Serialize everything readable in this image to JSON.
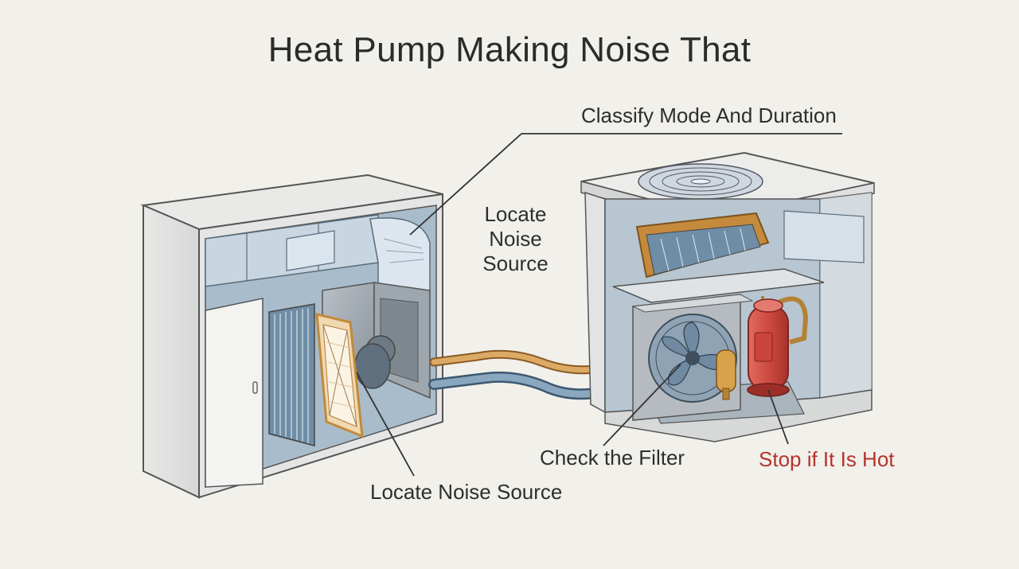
{
  "title": "Heat Pump Making Noise That",
  "labels": {
    "classify": "Classify Mode And Duration",
    "locate_top": "Locate Noise Source",
    "locate_bottom": "Locate Noise Source",
    "check_filter": "Check the Filter",
    "stop_hot": "Stop if It Is Hot"
  },
  "colors": {
    "background": "#f1f0eb",
    "ink": "#2e2e2e",
    "warning": "#b8322c",
    "copper": "#d9a45e",
    "insulated_line": "#7c9cb8",
    "compressor": "#d9534a",
    "duct": "#c8d6e2"
  },
  "icons": [
    "indoor-air-handler-icon",
    "outdoor-condenser-icon",
    "blower-fan-icon",
    "compressor-icon",
    "air-filter-icon",
    "refrigerant-line-icon"
  ]
}
